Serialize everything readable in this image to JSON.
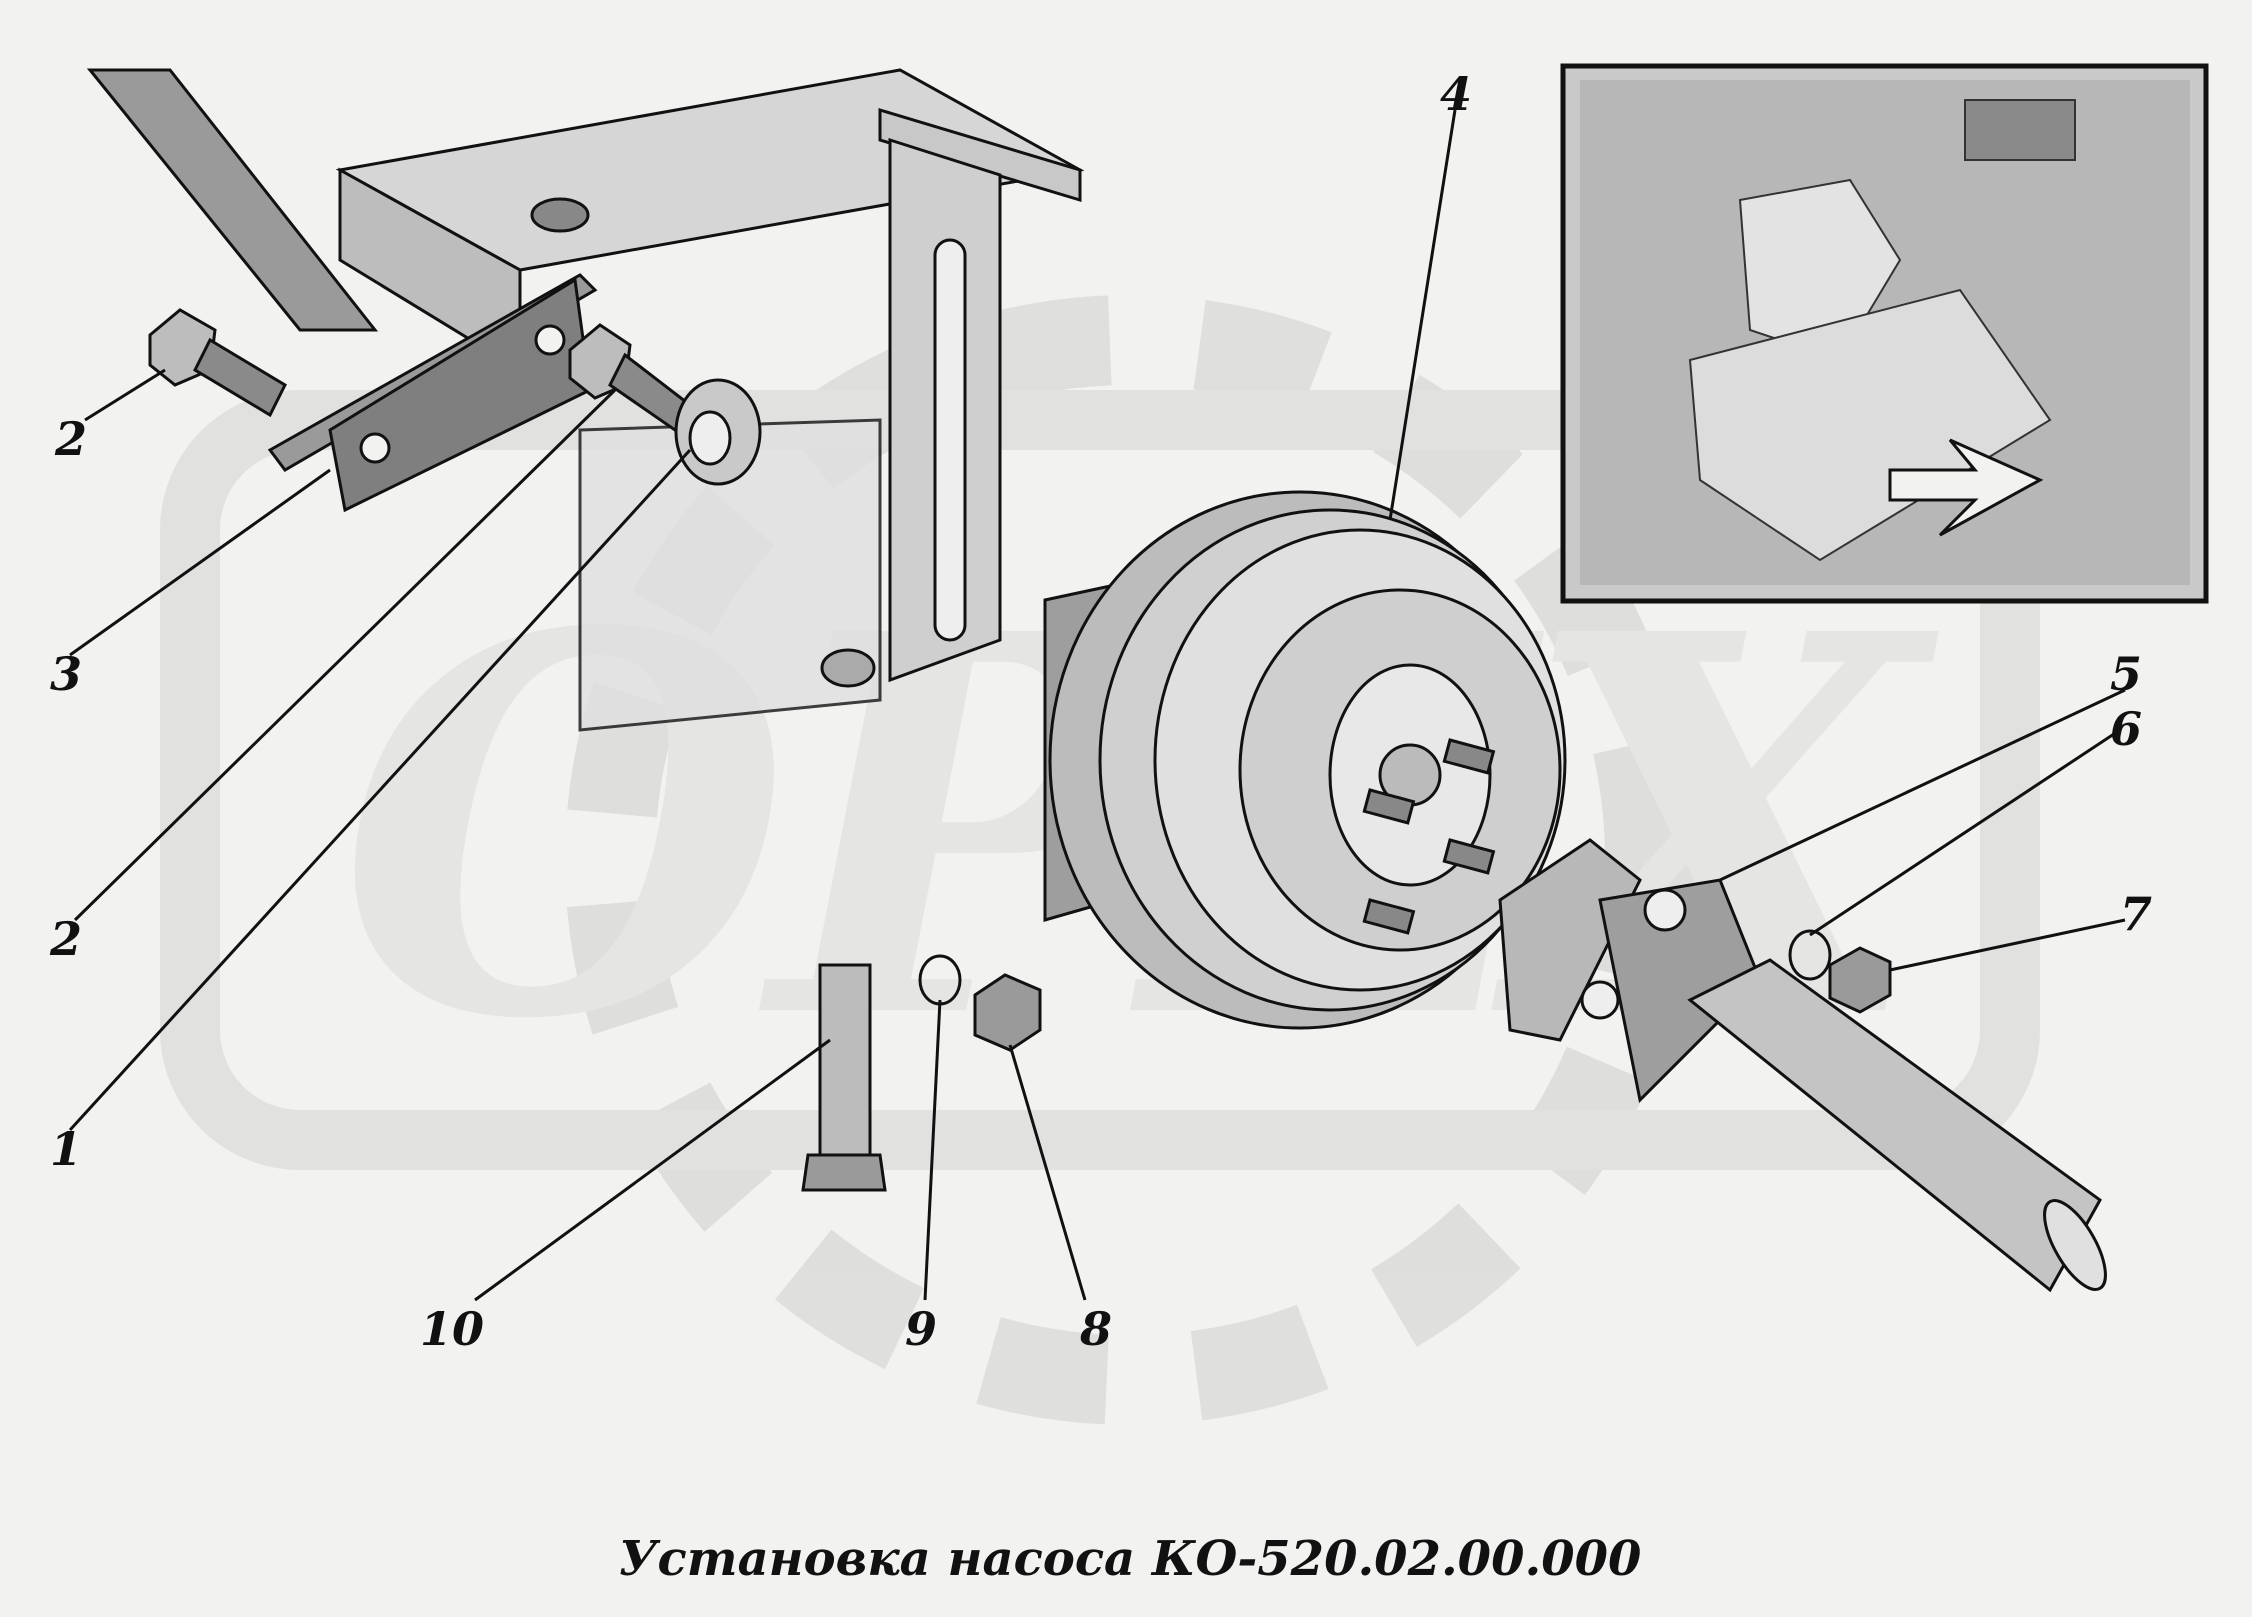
{
  "watermark": {
    "text": "OPEX",
    "color": "#d9d9d9"
  },
  "caption": "Установка насоса КО-520.02.00.000",
  "callouts": [
    "2",
    "3",
    "2",
    "1",
    "4",
    "5",
    "6",
    "7",
    "10",
    "9",
    "8"
  ],
  "colors": {
    "ink": "#111111",
    "paper": "#f2f2f0",
    "shade": "#bdbdbd",
    "metal": "#8a8a8a"
  }
}
